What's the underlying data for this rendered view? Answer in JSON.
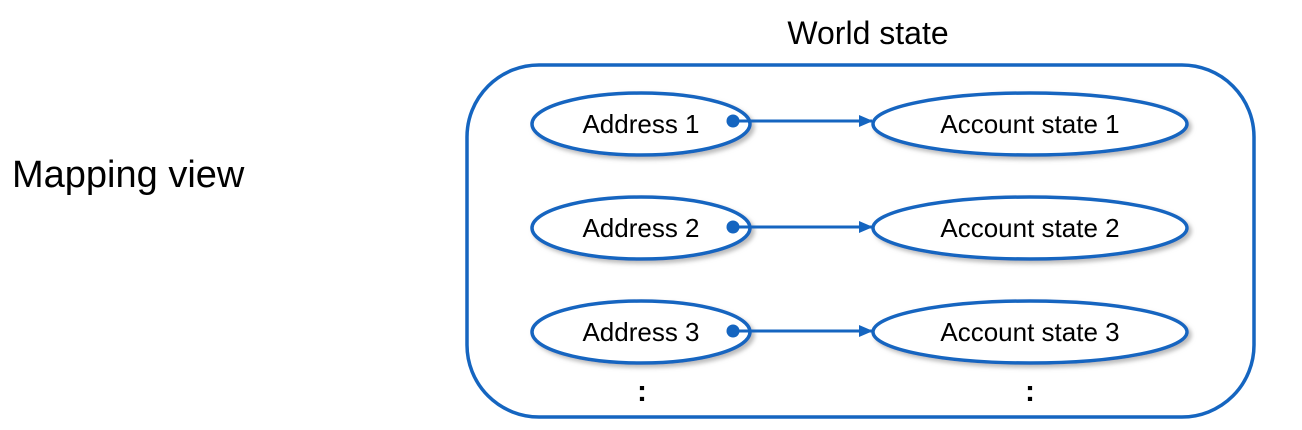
{
  "side_label": "Mapping view",
  "container": {
    "title": "World state"
  },
  "rows": [
    {
      "address": "Address 1",
      "account": "Account state 1"
    },
    {
      "address": "Address 2",
      "account": "Account state 2"
    },
    {
      "address": "Address 3",
      "account": "Account state 3"
    }
  ],
  "continuation": {
    "left": ":",
    "right": ":"
  },
  "colors": {
    "accent": "#1565C0",
    "fill": "#ffffff",
    "text": "#000000",
    "shadow": "#b0b0b0"
  }
}
